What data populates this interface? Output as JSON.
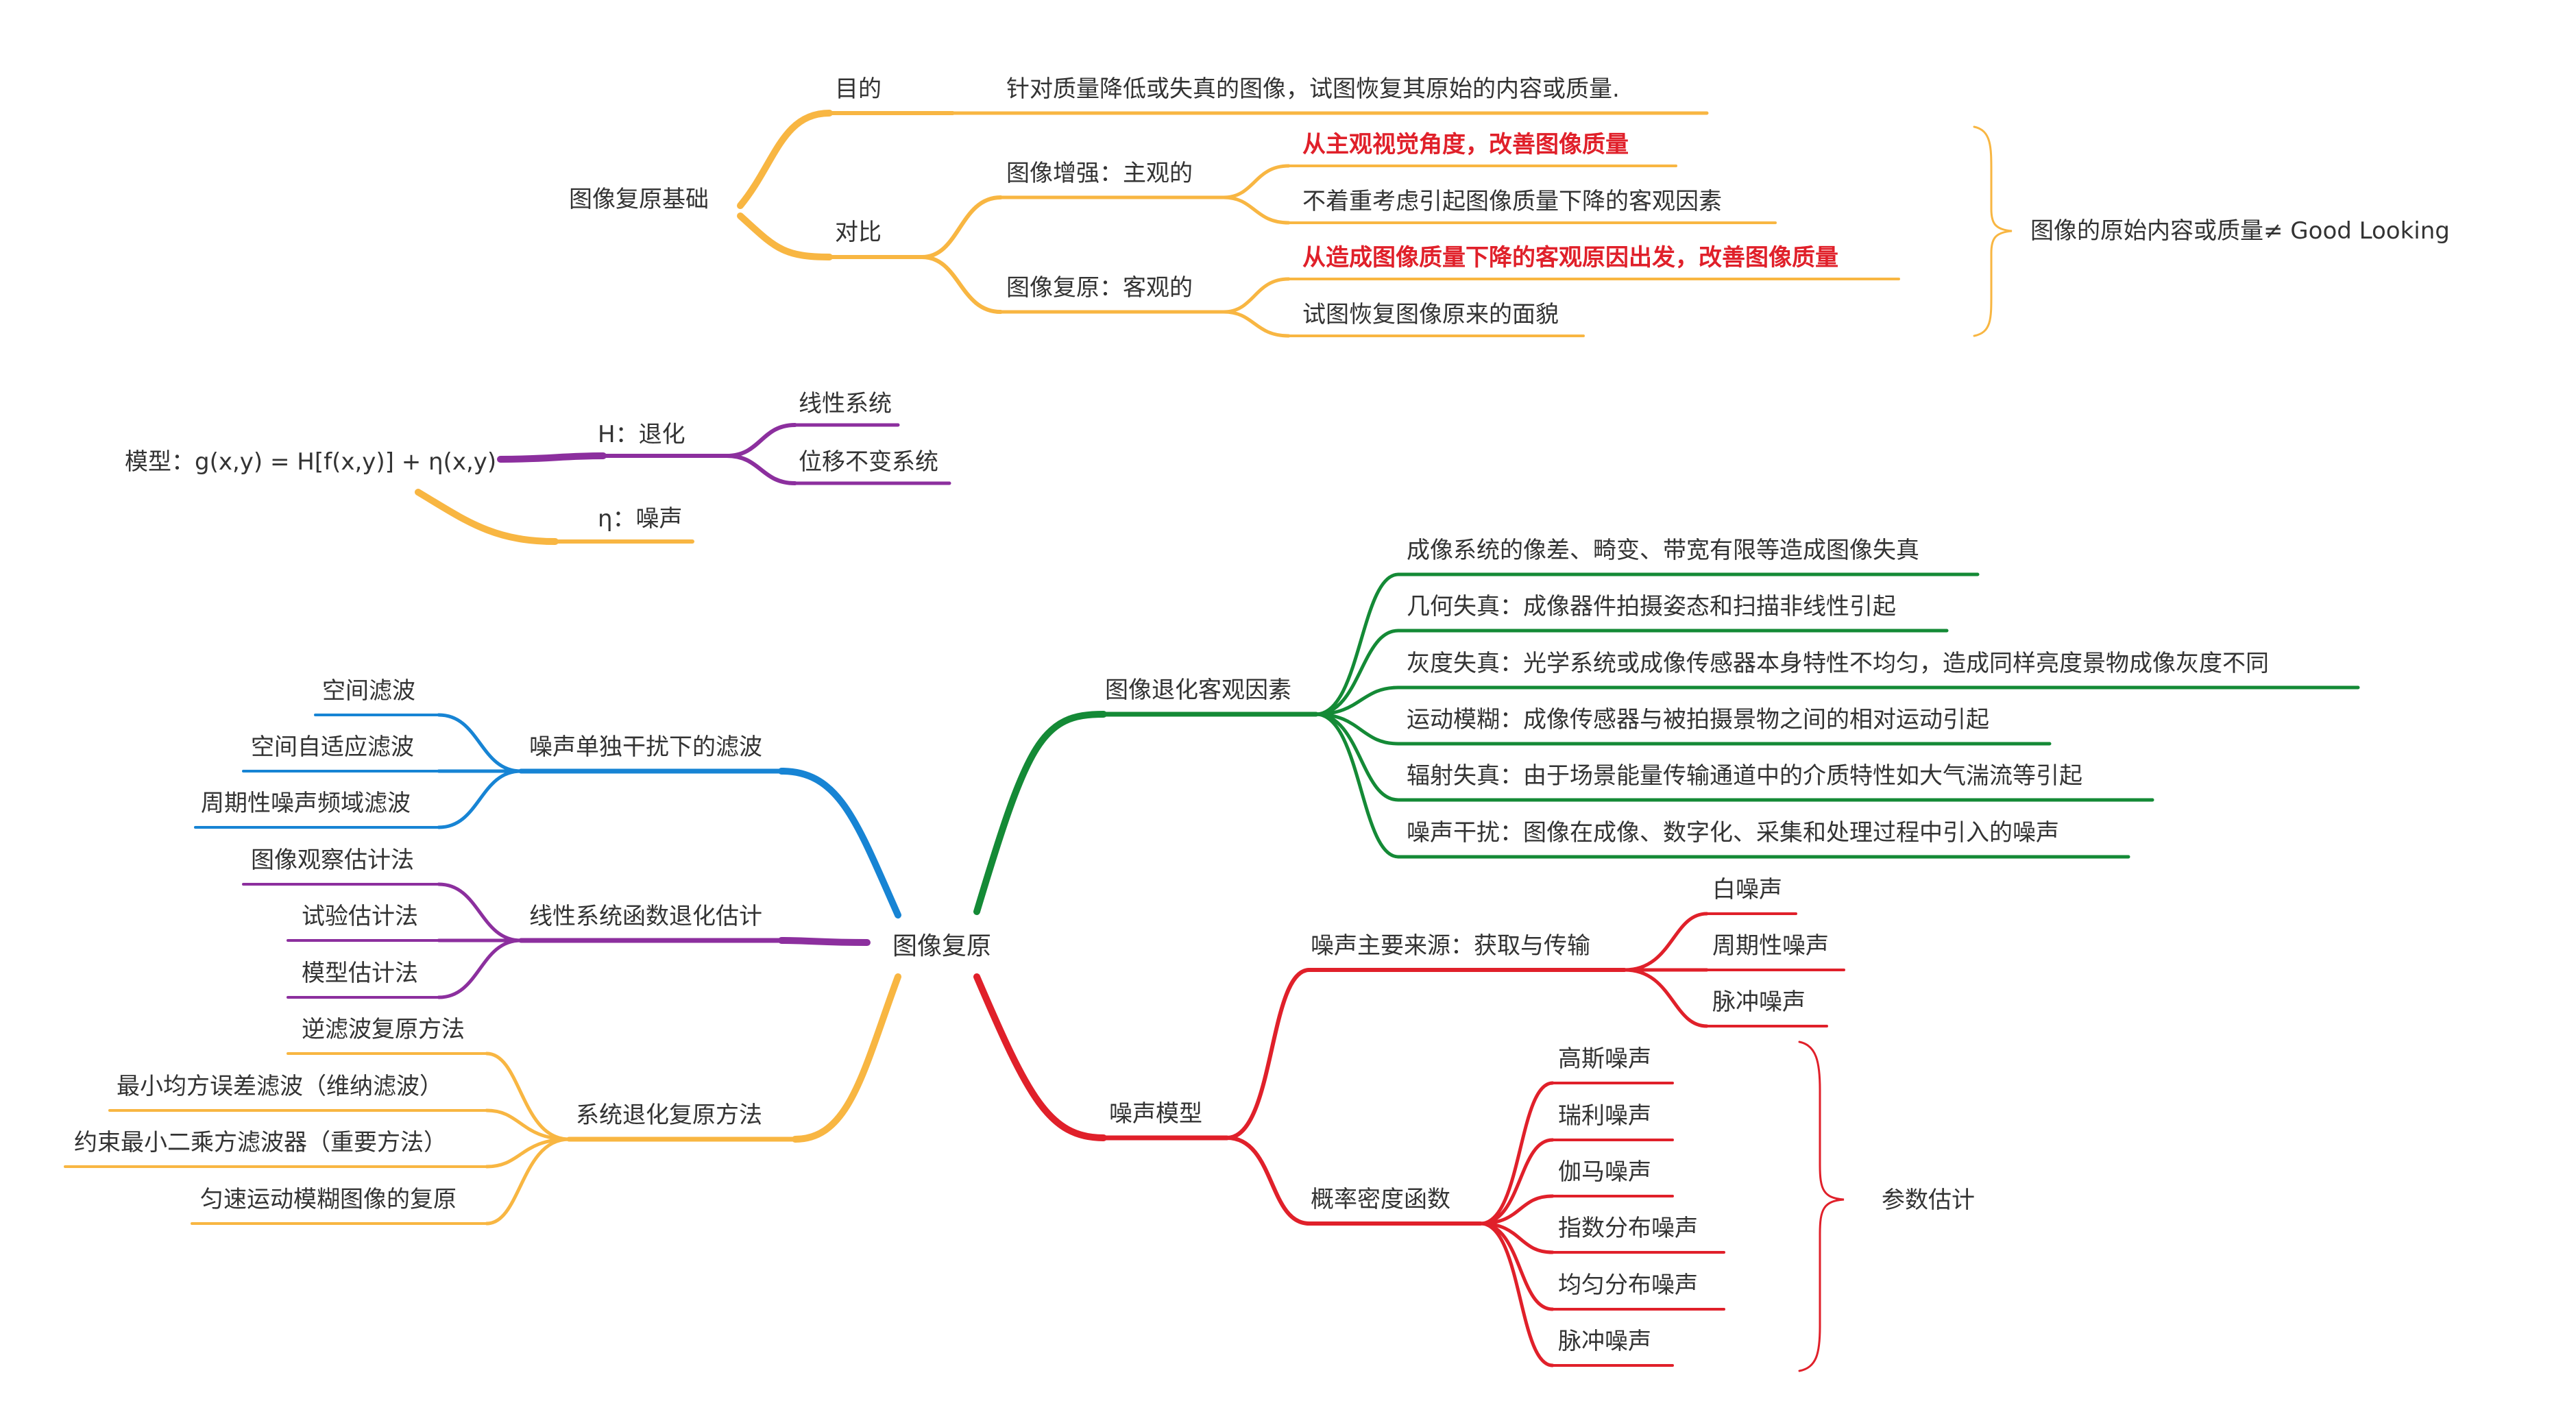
{
  "colors": {
    "orange": "#f8b642",
    "purple": "#8c2f9e",
    "green": "#148a36",
    "red": "#e0202a",
    "blue": "#1784d4",
    "text": "#333333"
  },
  "foundation": {
    "title": "图像复原基础",
    "purpose_label": "目的",
    "purpose_text": "针对质量降低或失真的图像，试图恢复其原始的内容或质量.",
    "contrast_label": "对比",
    "enhance_label": "图像增强：主观的",
    "enhance_points": [
      "从主观视觉角度，改善图像质量",
      "不着重考虑引起图像质量下降的客观因素"
    ],
    "restore_label": "图像复原：客观的",
    "restore_points": [
      "从造成图像质量下降的客观原因出发，改善图像质量",
      "试图恢复图像原来的面貌"
    ],
    "note": "图像的原始内容或质量≠ Good Looking"
  },
  "model": {
    "formula": "模型：g(x,y) = H[f(x,y)] + η(x,y)",
    "h_label": "H：退化",
    "h_props": [
      "线性系统",
      "位移不变系统"
    ],
    "eta_label": "η：噪声"
  },
  "root": {
    "label": "图像复原"
  },
  "degradation": {
    "label": "图像退化客观因素",
    "items": [
      "成像系统的像差、畸变、带宽有限等造成图像失真",
      "几何失真：成像器件拍摄姿态和扫描非线性引起",
      "灰度失真：光学系统或成像传感器本身特性不均匀，造成同样亮度景物成像灰度不同",
      "运动模糊：成像传感器与被拍摄景物之间的相对运动引起",
      "辐射失真：由于场景能量传输通道中的介质特性如大气湍流等引起",
      "噪声干扰：图像在成像、数字化、采集和处理过程中引入的噪声"
    ]
  },
  "noise_model": {
    "label": "噪声模型",
    "source_label": "噪声主要来源：获取与传输",
    "sources": [
      "白噪声",
      "周期性噪声",
      "脉冲噪声"
    ],
    "pdf_label": "概率密度函数",
    "pdfs": [
      "高斯噪声",
      "瑞利噪声",
      "伽马噪声",
      "指数分布噪声",
      "均匀分布噪声",
      "脉冲噪声"
    ],
    "estimate_label": "参数估计"
  },
  "noise_filter": {
    "label": "噪声单独干扰下的滤波",
    "items": [
      "空间滤波",
      "空间自适应滤波",
      "周期性噪声频域滤波"
    ]
  },
  "linear_estimate": {
    "label": "线性系统函数退化估计",
    "items": [
      "图像观察估计法",
      "试验估计法",
      "模型估计法"
    ]
  },
  "system_restore": {
    "label": "系统退化复原方法",
    "items": [
      "逆滤波复原方法",
      "最小均方误差滤波（维纳滤波）",
      "约束最小二乘方滤波器（重要方法）",
      "匀速运动模糊图像的复原"
    ]
  }
}
